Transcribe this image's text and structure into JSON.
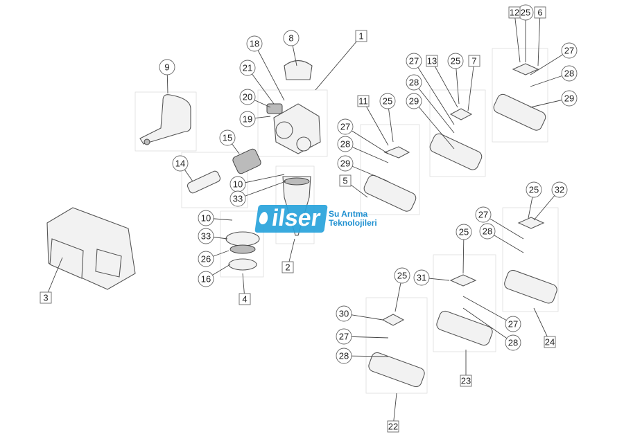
{
  "title": "Control valve exploded parts diagram",
  "logo": {
    "brand": "ilser",
    "tagline_line1": "Su Arıtma",
    "tagline_line2": "Teknolojileri"
  },
  "labels": [
    "9",
    "18",
    "8",
    "21",
    "20",
    "19",
    "15",
    "14",
    "10",
    "33",
    "10",
    "33",
    "26",
    "16",
    "25",
    "27",
    "28",
    "29",
    "25",
    "27",
    "28",
    "29",
    "25",
    "27",
    "28",
    "29",
    "25",
    "32",
    "27",
    "28",
    "25",
    "31",
    "27",
    "28",
    "25",
    "30",
    "27",
    "28",
    "1",
    "12",
    "6",
    "13",
    "7",
    "11",
    "5",
    "2",
    "4",
    "3",
    "22",
    "23",
    "24"
  ],
  "colors": {
    "line": "#444444",
    "logo": "#29a3dc"
  }
}
